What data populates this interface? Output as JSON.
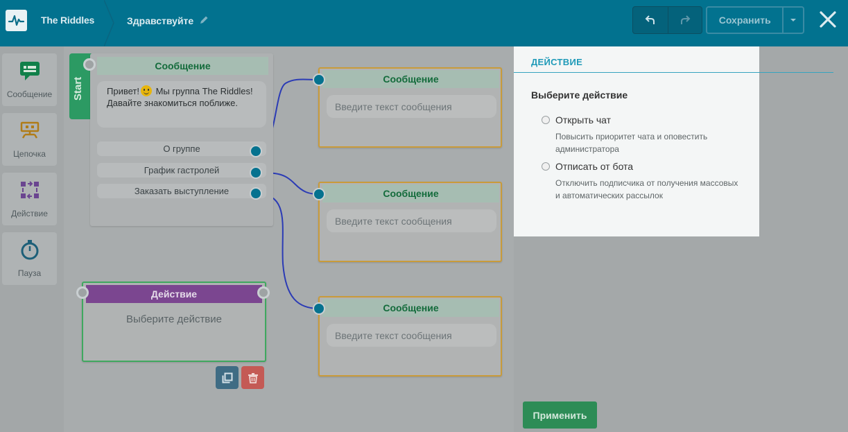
{
  "header": {
    "app_name": "The Riddles",
    "page_name": "Здравствуйте",
    "save_label": "Сохранить"
  },
  "toolbox": {
    "items": [
      {
        "label": "Сообщение",
        "icon": "message-icon"
      },
      {
        "label": "Цепочка",
        "icon": "chain-icon"
      },
      {
        "label": "Действие",
        "icon": "action-icon"
      },
      {
        "label": "Пауза",
        "icon": "stopwatch-icon"
      }
    ]
  },
  "canvas": {
    "start_label": "Start",
    "main_node": {
      "title": "Сообщение",
      "text_before": "Привет!",
      "text_after": " Мы группа The Riddles! Давайте знакомиться поближе.",
      "buttons": [
        "О группе",
        "График гастролей",
        "Заказать выступление"
      ]
    },
    "message_nodes": [
      {
        "title": "Сообщение",
        "placeholder": "Введите текст сообщения"
      },
      {
        "title": "Сообщение",
        "placeholder": "Введите текст сообщения"
      },
      {
        "title": "Сообщение",
        "placeholder": "Введите текст сообщения"
      }
    ],
    "action_node": {
      "title": "Действие",
      "hint": "Выберите действие"
    }
  },
  "panel": {
    "title": "ДЕЙСТВИЕ",
    "subtitle": "Выберите действие",
    "options": [
      {
        "label": "Открыть чат",
        "description": "Повысить приоритет чата и оповестить администратора"
      },
      {
        "label": "Отписать от бота",
        "description": "Отключить подписчика от получения массовых и автоматических рассылок"
      }
    ],
    "apply_label": "Применить"
  },
  "colors": {
    "header_bg": "#02728f",
    "message_green": "#136b3b",
    "action_purple": "#7b4690",
    "accent_teal": "#1f9ab8",
    "apply_green": "#2d8c56"
  }
}
